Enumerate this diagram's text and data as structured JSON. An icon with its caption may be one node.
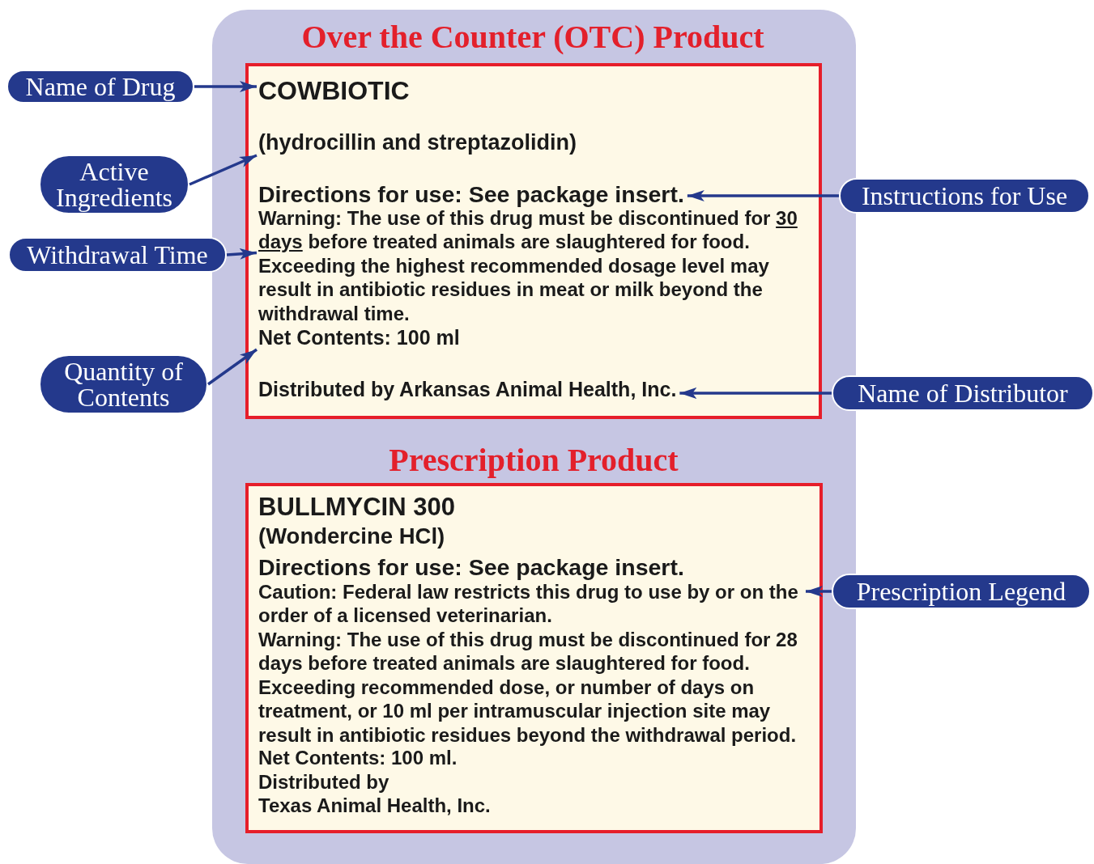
{
  "diagram": {
    "nodes": [
      {
        "text": [],
        "shape": "box"
      },
      {
        "text": [],
        "shape": "box",
        "in": 0
      },
      {
        "text": [
          "COWBIOTIC"
        ],
        "in": 1
      },
      {
        "text": [
          "(hydrocillin and streptazolidin)"
        ],
        "in": 1
      },
      {
        "text": [
          "Directions for use: See package insert."
        ],
        "in": 1
      },
      {
        "text": [
          "Warning: The use of this drug must be discontinued for",
          "before treated animals are slaughtered for food. Exceeding the highest recommended dosage level may result in antibiotic residues in meat or milk beyond the withdrawal time."
        ],
        "in": 1
      },
      {
        "text": [
          "30 days"
        ],
        "in": 5
      },
      {
        "text": [
          "Net Contents: 100 ml"
        ],
        "in": 1
      },
      {
        "text": [
          "Distributed by Arkansas Animal Health, Inc."
        ],
        "in": 1
      },
      {
        "text": [],
        "shape": "box",
        "in": 0
      },
      {
        "text": [
          "BULLMYCIN 300"
        ],
        "in": 9
      },
      {
        "text": [
          "(Wondercine HCl)"
        ],
        "in": 9
      },
      {
        "text": [
          "Directions for use: See package insert."
        ],
        "in": 9
      },
      {
        "text": [
          "Caution: Federal law restricts this drug to use by or on the order of a licensed veterinarian."
        ],
        "in": 9
      },
      {
        "text": [
          "Warning: The use of this drug must be discontinued for 28 days before treated animals are slaughtered for food. Exceeding recommended dose, or number of days on treatment, or 10 ml per intramuscular injection site may result in antibiotic residues beyond the withdrawal period."
        ],
        "in": 9
      },
      {
        "text": [
          "Net Contents: 100 ml."
        ],
        "in": 9
      },
      {
        "text": [
          "Distributed by",
          "Texas Animal Health, Inc."
        ],
        "in": 9
      },
      {
        "text": [
          "Name of Drug"
        ]
      },
      {
        "text": [
          "Active Ingredients"
        ]
      },
      {
        "text": [
          "Withdrawal Time"
        ]
      },
      {
        "text": [
          "Quantity of Contents"
        ]
      },
      {
        "text": [
          "Instructions for Use"
        ]
      },
      {
        "text": [
          "Name of Distributor"
        ]
      },
      {
        "text": [
          "Prescription Legend"
        ]
      }
    ],
    "edges": [
      {
        "from": 17,
        "to": 2,
        "arrow": "to"
      },
      {
        "from": 18,
        "to": 3,
        "arrow": "to"
      },
      {
        "from": 19,
        "to": 6,
        "arrow": "to"
      },
      {
        "from": 20,
        "to": 7,
        "arrow": "to"
      },
      {
        "from": 21,
        "to": 4,
        "arrow": "to"
      },
      {
        "from": 22,
        "to": 8,
        "arrow": "to"
      },
      {
        "from": 23,
        "to": 13,
        "arrow": "to"
      }
    ],
    "labels": [
      "Over the Counter (OTC) Product",
      "Prescription Product"
    ]
  }
}
